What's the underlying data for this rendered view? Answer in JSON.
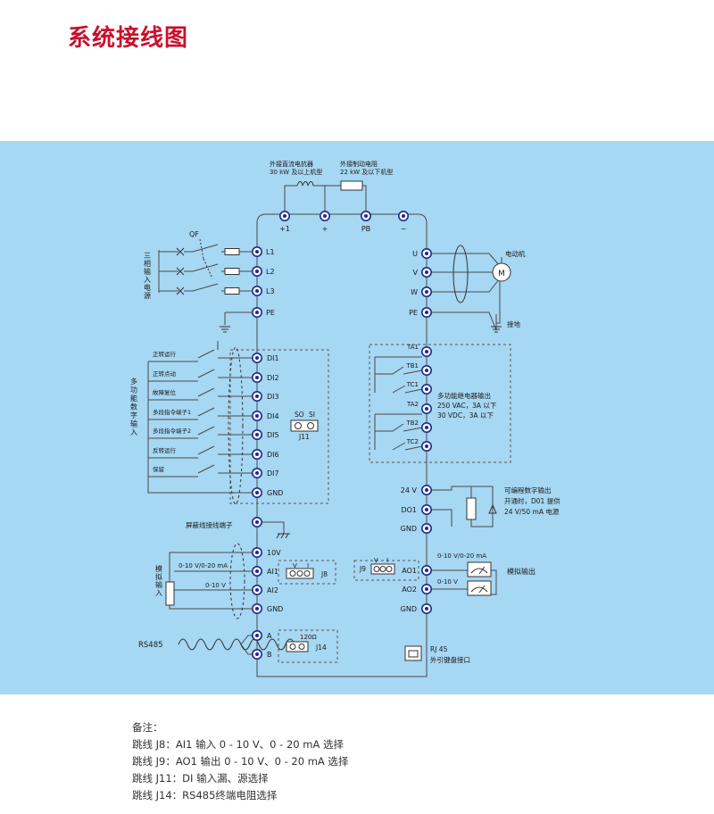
{
  "title": "系统接线图",
  "colors": {
    "title": "#c8102e",
    "panel": "#a6d7f3",
    "wire": "#4a4a4a",
    "terminal": "#1f2a8a"
  },
  "top": {
    "dc_reactor": [
      "外接直流电抗器",
      "30 kW 及以上机型"
    ],
    "brake_resistor": [
      "外接制动电阻",
      "22 kW 及以下机型"
    ],
    "terminals": [
      "+1",
      "+",
      "PB",
      "−"
    ]
  },
  "power_in": {
    "label_vertical": "三相输入电源",
    "breaker": "QF",
    "terminals": [
      "L1",
      "L2",
      "L3",
      "PE"
    ]
  },
  "motor": {
    "terminals": [
      "U",
      "V",
      "W",
      "PE"
    ],
    "label": "电动机",
    "symbol": "M",
    "ground": "接地"
  },
  "di": {
    "label_vertical": "多功能数字输入",
    "inputs": [
      "正转运行",
      "正转点动",
      "故障复位",
      "多段指令端子1",
      "多段指令端子2",
      "反转运行",
      "保留"
    ],
    "terminals": [
      "DI1",
      "DI2",
      "DI3",
      "DI4",
      "DI5",
      "DI6",
      "DI7",
      "GND"
    ],
    "jumper": {
      "so": "SO",
      "si": "SI",
      "name": "J11"
    }
  },
  "relay": {
    "terminals": [
      "TA1",
      "TB1",
      "TC1",
      "TA2",
      "TB2",
      "TC2"
    ],
    "desc": [
      "多功能继电器输出",
      "250 VAC，3A 以下",
      "30 VDC，3A 以下"
    ]
  },
  "do": {
    "terminals": [
      "24 V",
      "DO1",
      "GND"
    ],
    "desc": [
      "可编程数字输出",
      "开通时，D01 提供",
      "24 V/50 mA 电源"
    ]
  },
  "shield": {
    "label": "屏蔽线接线端子"
  },
  "analog_in": {
    "label_vertical": "模拟输入",
    "terminals": [
      "10V",
      "AI1",
      "AI2",
      "GND"
    ],
    "ai1_range": "0-10 V/0-20 mA",
    "ai2_range": "0-10 V",
    "jumper": {
      "v": "V",
      "i": "I",
      "name": "J8"
    }
  },
  "analog_out": {
    "terminals": [
      "AO1",
      "AO2",
      "GND"
    ],
    "ao1_range": "0-10 V/0-20 mA",
    "ao2_range": "0-10 V",
    "label": "模拟输出",
    "jumper": {
      "name": "J9",
      "v": "V",
      "i": "I"
    }
  },
  "rs485": {
    "label": "RS485",
    "terminals": [
      "A",
      "B"
    ],
    "jumper": {
      "value": "120Ω",
      "name": "J14"
    }
  },
  "rj45": {
    "line1": "RJ 45",
    "line2": "外引键盘接口"
  },
  "notes": {
    "heading": "备注：",
    "lines": [
      "跳线 J8：AI1 输入 0 - 10 V、0 - 20 mA 选择",
      "跳线 J9：AO1 输出 0 - 10 V、0 - 20 mA 选择",
      "跳线 J11：DI 输入漏、源选择",
      "跳线 J14：RS485终端电阻选择"
    ]
  }
}
